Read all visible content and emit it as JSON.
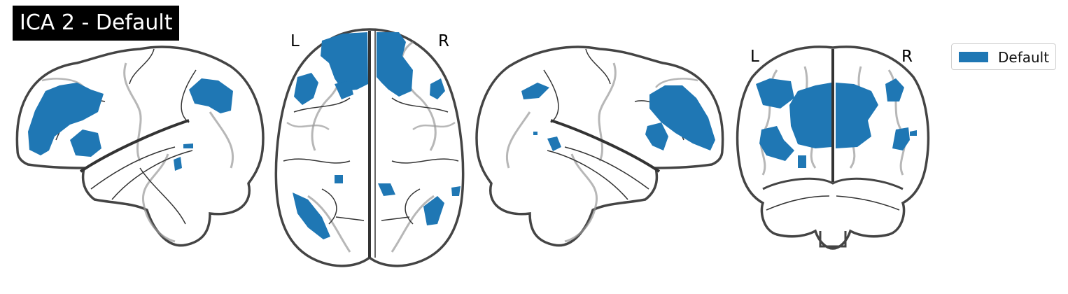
{
  "title": "ICA 2 - Default",
  "legend": {
    "label": "Default",
    "color": "#1f77b4"
  },
  "views": [
    {
      "name": "sagittal-left"
    },
    {
      "name": "axial",
      "left_label": "L",
      "right_label": "R"
    },
    {
      "name": "sagittal-right"
    },
    {
      "name": "coronal",
      "left_label": "L",
      "right_label": "R"
    }
  ],
  "colors": {
    "blob": "#1f77b4",
    "outline": "#444444",
    "sulci": "#999999",
    "title_bg": "#000000"
  }
}
